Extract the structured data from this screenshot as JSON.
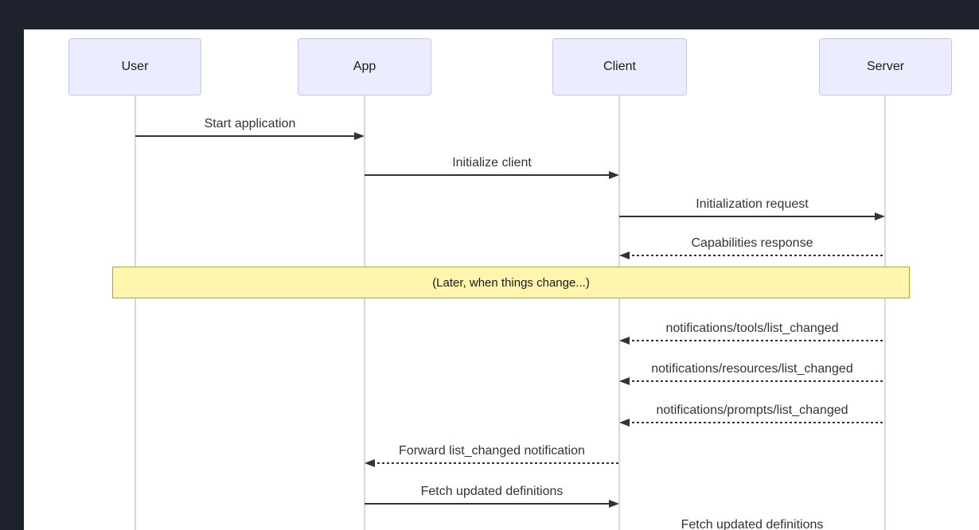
{
  "diagram": {
    "type": "sequence",
    "actors": [
      {
        "id": "user",
        "label": "User"
      },
      {
        "id": "app",
        "label": "App"
      },
      {
        "id": "client",
        "label": "Client"
      },
      {
        "id": "server",
        "label": "Server"
      }
    ],
    "messages": [
      {
        "from": "user",
        "to": "app",
        "label": "Start application",
        "style": "solid"
      },
      {
        "from": "app",
        "to": "client",
        "label": "Initialize client",
        "style": "solid"
      },
      {
        "from": "client",
        "to": "server",
        "label": "Initialization request",
        "style": "solid"
      },
      {
        "from": "server",
        "to": "client",
        "label": "Capabilities response",
        "style": "dashed"
      },
      {
        "from": "server",
        "to": "client",
        "label": "notifications/tools/list_changed",
        "style": "dashed"
      },
      {
        "from": "server",
        "to": "client",
        "label": "notifications/resources/list_changed",
        "style": "dashed"
      },
      {
        "from": "server",
        "to": "client",
        "label": "notifications/prompts/list_changed",
        "style": "dashed"
      },
      {
        "from": "client",
        "to": "app",
        "label": "Forward list_changed notification",
        "style": "dashed"
      },
      {
        "from": "app",
        "to": "client",
        "label": "Fetch updated definitions",
        "style": "solid"
      },
      {
        "from": "client",
        "to": "server",
        "label": "Fetch updated definitions",
        "style": "solid",
        "clipped": true
      }
    ],
    "note": {
      "label": "(Later, when things change...)"
    },
    "colors": {
      "page_background": "#1e222d",
      "panel_background": "#ffffff",
      "actor_fill": "#ececff",
      "actor_border": "#c6c6e2",
      "lifeline": "#d8d5ec",
      "arrow": "#333333",
      "text": "#333333",
      "note_fill": "#fff5ad",
      "note_border": "#aaaa33"
    }
  }
}
